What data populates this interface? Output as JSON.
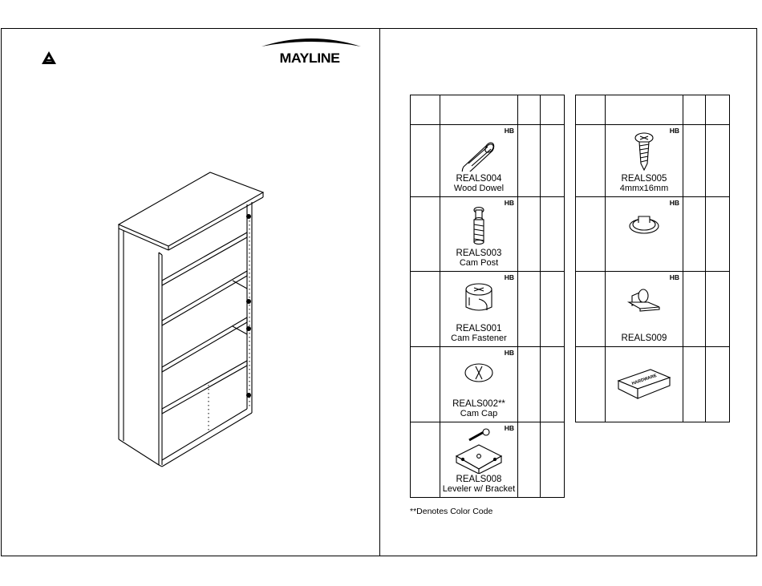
{
  "header": {
    "section_mark": "A",
    "brand": "MAYLINE"
  },
  "parts_table_left": {
    "rows": [
      {
        "code": "REALS004",
        "name": "Wood Dowel",
        "tag": "HB",
        "icon": "wood-dowel-icon"
      },
      {
        "code": "REALS003",
        "name": "Cam Post",
        "tag": "HB",
        "icon": "cam-post-icon"
      },
      {
        "code": "REALS001",
        "name": "Cam Fastener",
        "tag": "HB",
        "icon": "cam-fastener-icon"
      },
      {
        "code": "REALS002**",
        "name": "Cam  Cap",
        "tag": "HB",
        "icon": "cam-cap-icon"
      },
      {
        "code": "REALS008",
        "name": "Leveler w/ Bracket",
        "tag": "HB",
        "icon": "leveler-bracket-icon"
      }
    ]
  },
  "parts_table_right": {
    "rows": [
      {
        "code": "REALS005",
        "name": "4mmx16mm",
        "tag": "HB",
        "icon": "screw-icon"
      },
      {
        "code": "",
        "name": "",
        "tag": "HB",
        "icon": "grommet-icon"
      },
      {
        "code": "REALS009",
        "name": "",
        "tag": "HB",
        "icon": "shelf-pin-icon"
      },
      {
        "code": "",
        "name": "",
        "tag": "",
        "icon": "hardware-box-icon",
        "box_label": "HARDWARE"
      }
    ]
  },
  "footnote": "**Denotes Color Code"
}
